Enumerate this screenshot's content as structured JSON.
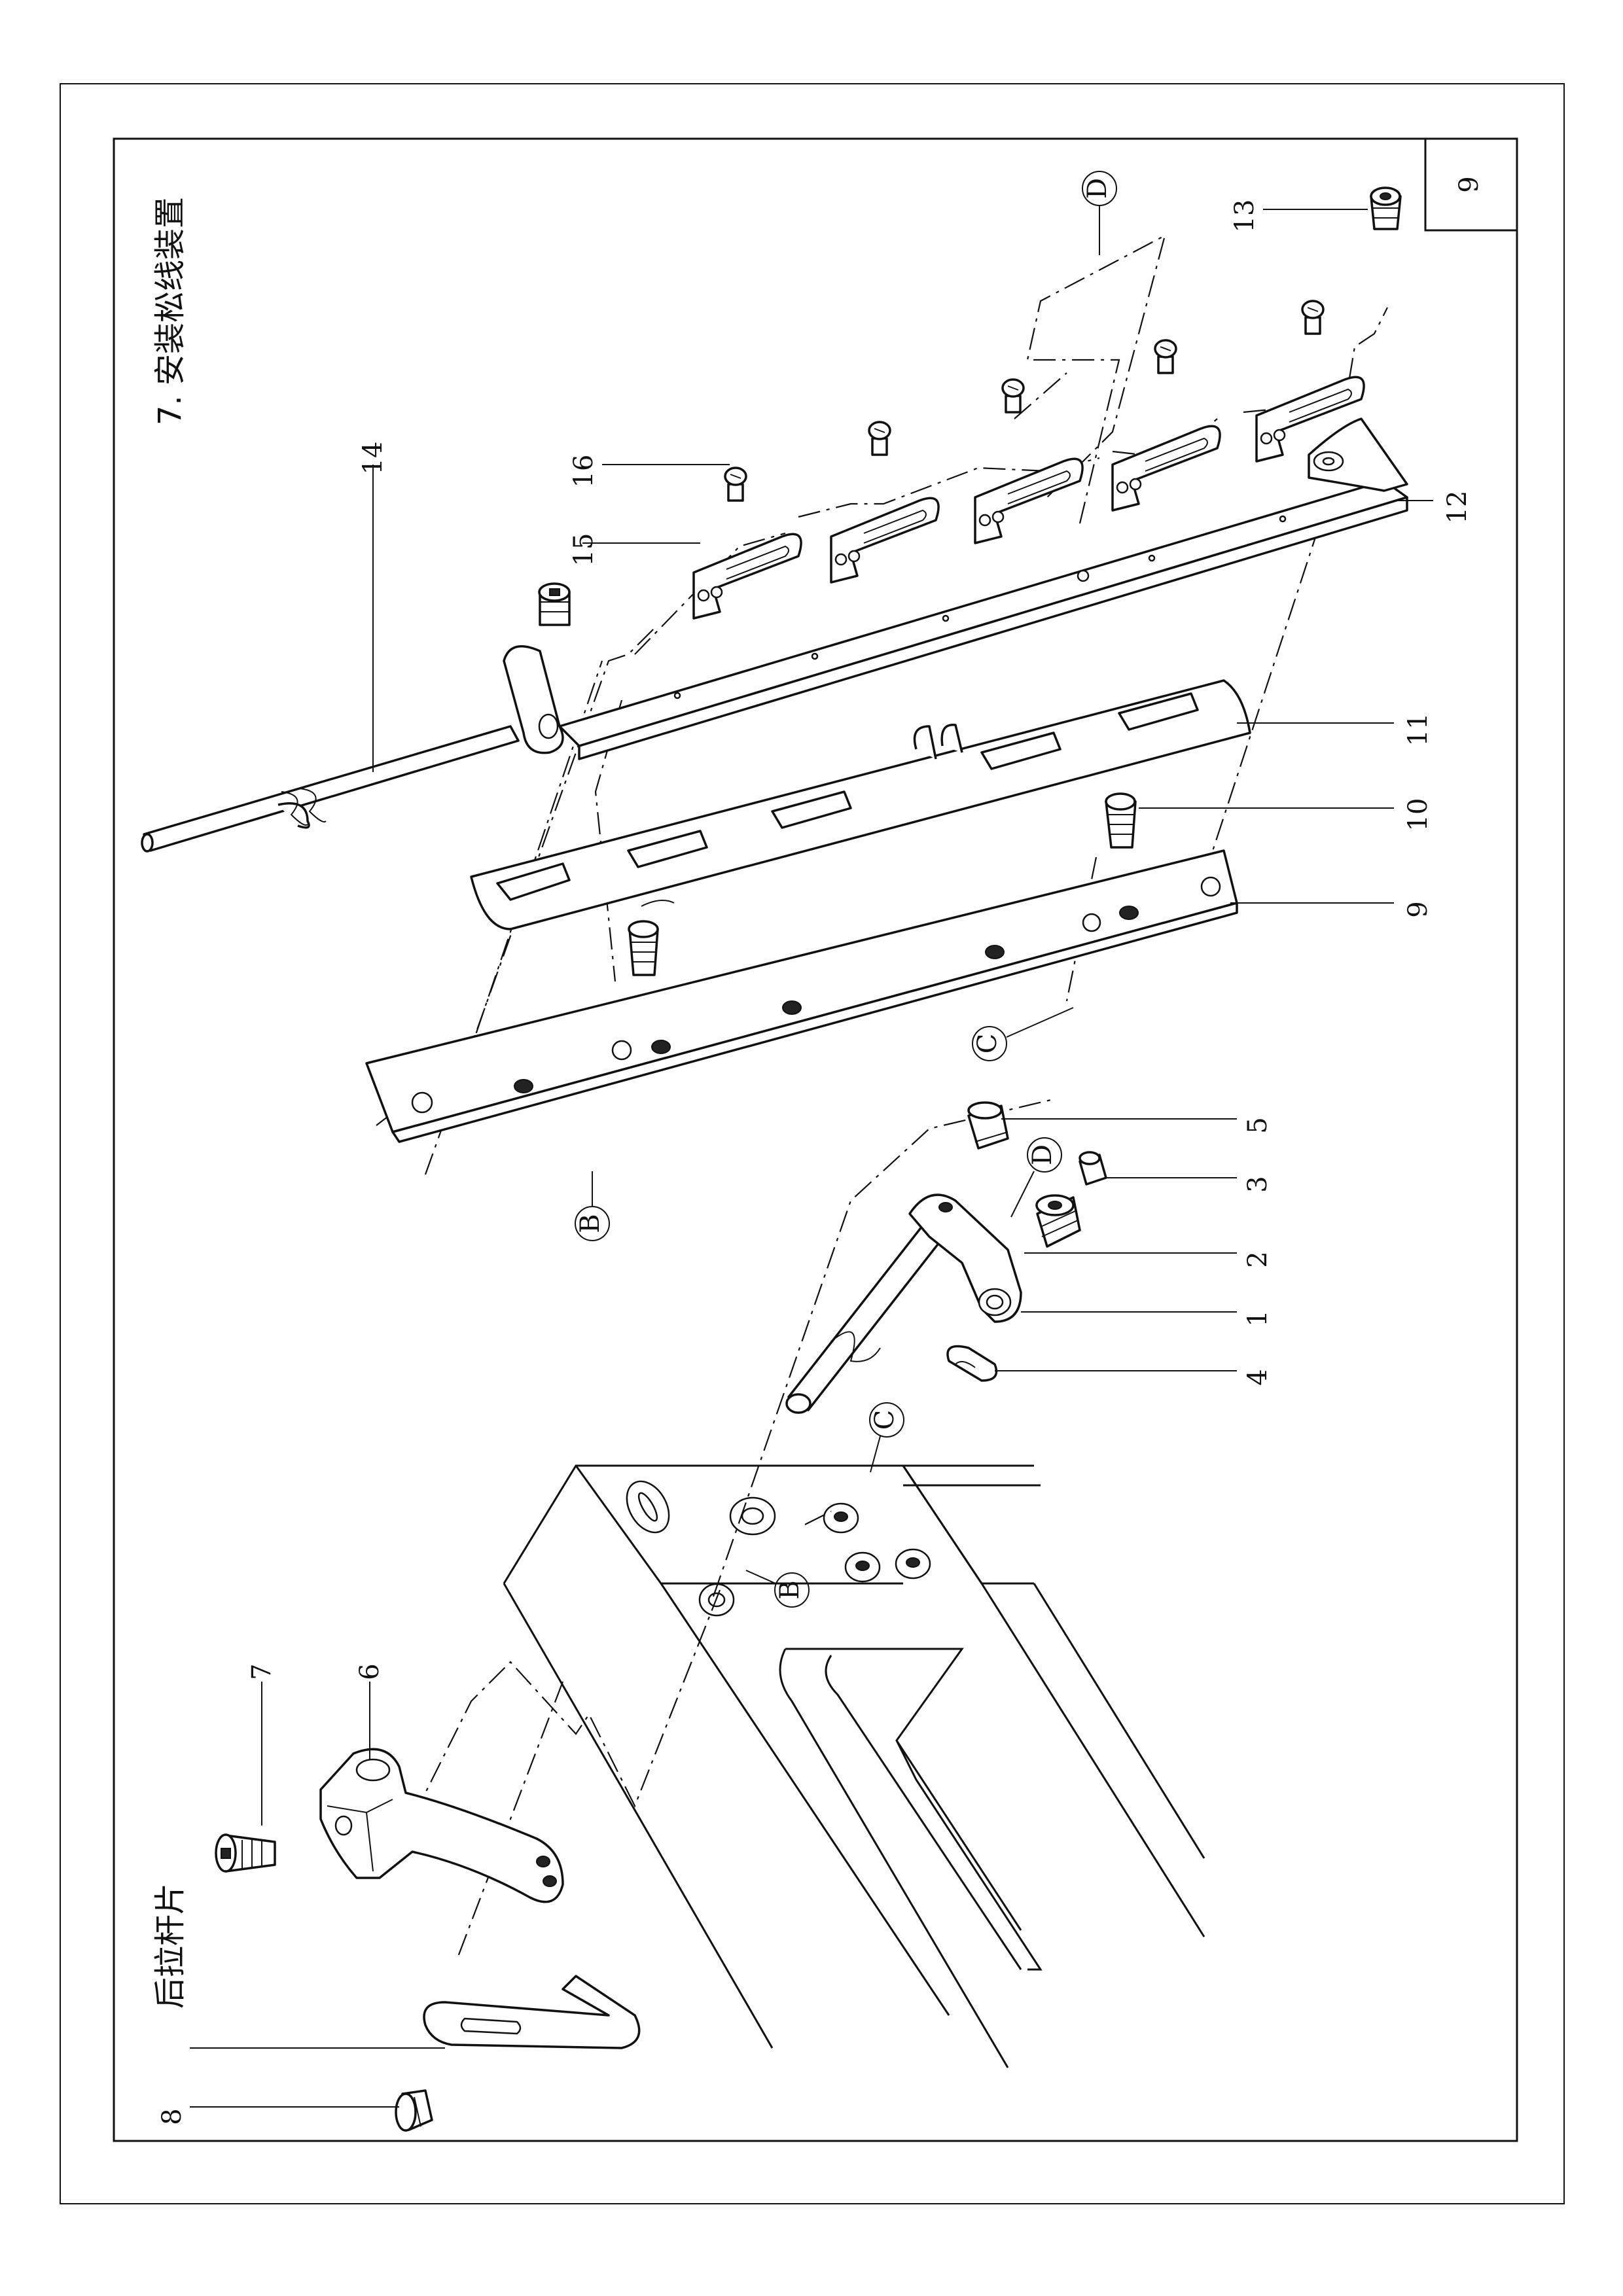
{
  "page_number": "9",
  "titles": {
    "install_title": "7. 安装松线装置",
    "rear_title": "后拉杆片"
  },
  "callouts": [
    "1",
    "2",
    "3",
    "4",
    "5",
    "6",
    "7",
    "8",
    "9",
    "10",
    "11",
    "12",
    "13",
    "14",
    "15",
    "16"
  ],
  "refs": [
    "B",
    "C",
    "D"
  ]
}
